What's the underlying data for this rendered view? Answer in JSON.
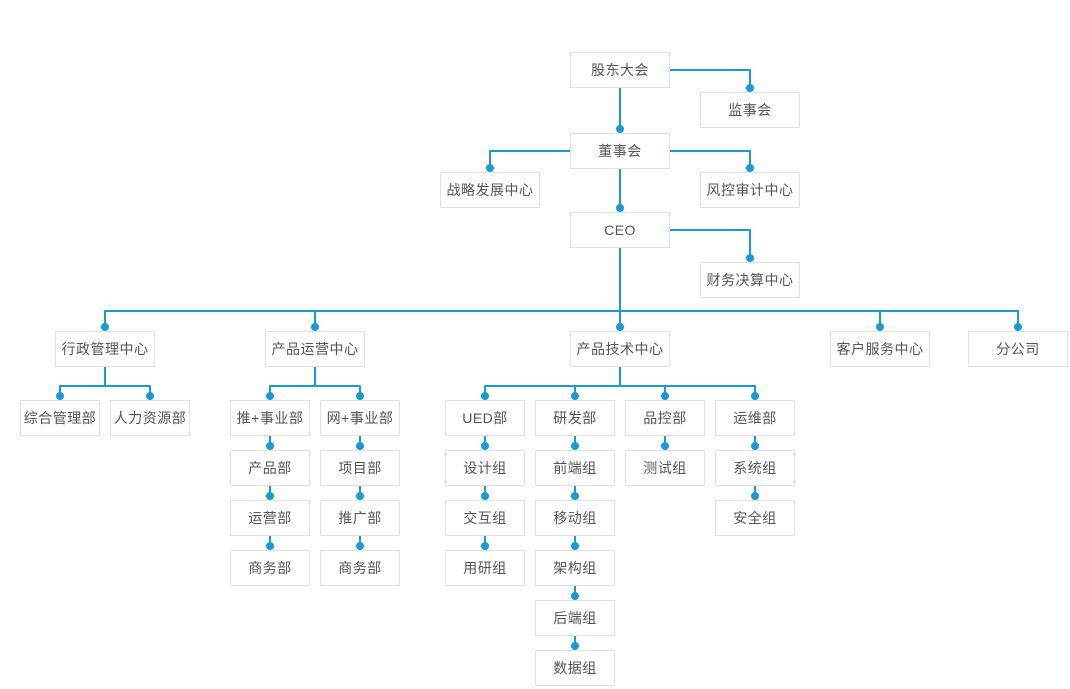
{
  "chart_title": "org-structure-chart",
  "colors": {
    "connector": "#1a9ad5",
    "junction_dot": "#1a9ad5",
    "node_border": "#e2e2e2",
    "node_background": "#ffffff",
    "node_text": "#555555",
    "page_background": "#ffffff"
  },
  "nodes": {
    "shareholders_meeting": {
      "label": "股东大会"
    },
    "supervisory_board": {
      "label": "监事会"
    },
    "board_of_directors": {
      "label": "董事会"
    },
    "strategy_dev_center": {
      "label": "战略发展中心"
    },
    "risk_audit_center": {
      "label": "风控审计中心"
    },
    "ceo": {
      "label": "CEO"
    },
    "finance_center": {
      "label": "财务决算中心"
    },
    "admin_mgmt_center": {
      "label": "行政管理中心"
    },
    "product_ops_center": {
      "label": "产品运营中心"
    },
    "product_tech_center": {
      "label": "产品技术中心"
    },
    "customer_service_center": {
      "label": "客户服务中心"
    },
    "branch_company": {
      "label": "分公司"
    },
    "general_mgmt_dept": {
      "label": "综合管理部"
    },
    "hr_dept": {
      "label": "人力资源部"
    },
    "tui_business_unit": {
      "label": "推+事业部"
    },
    "wang_business_unit": {
      "label": "网+事业部"
    },
    "ued_dept": {
      "label": "UED部"
    },
    "rd_dept": {
      "label": "研发部"
    },
    "qc_dept": {
      "label": "品控部"
    },
    "ops_maint_dept": {
      "label": "运维部"
    },
    "product_dept": {
      "label": "产品部"
    },
    "project_dept": {
      "label": "项目部"
    },
    "design_team": {
      "label": "设计组"
    },
    "frontend_team": {
      "label": "前端组"
    },
    "testing_team": {
      "label": "测试组"
    },
    "system_team": {
      "label": "系统组"
    },
    "operation_dept": {
      "label": "运营部"
    },
    "promotion_dept": {
      "label": "推广部"
    },
    "interaction_team": {
      "label": "交互组"
    },
    "mobile_team": {
      "label": "移动组"
    },
    "security_team": {
      "label": "安全组"
    },
    "business_dept_tui": {
      "label": "商务部"
    },
    "business_dept_wang": {
      "label": "商务部"
    },
    "user_research_team": {
      "label": "用研组"
    },
    "architecture_team": {
      "label": "架构组"
    },
    "backend_team": {
      "label": "后端组"
    },
    "data_team": {
      "label": "数据组"
    }
  },
  "connections": [
    [
      "shareholders_meeting",
      "supervisory_board"
    ],
    [
      "shareholders_meeting",
      "board_of_directors"
    ],
    [
      "board_of_directors",
      "strategy_dev_center"
    ],
    [
      "board_of_directors",
      "risk_audit_center"
    ],
    [
      "board_of_directors",
      "ceo"
    ],
    [
      "ceo",
      "finance_center"
    ],
    [
      "ceo",
      "admin_mgmt_center"
    ],
    [
      "ceo",
      "product_ops_center"
    ],
    [
      "ceo",
      "product_tech_center"
    ],
    [
      "ceo",
      "customer_service_center"
    ],
    [
      "ceo",
      "branch_company"
    ],
    [
      "admin_mgmt_center",
      "general_mgmt_dept"
    ],
    [
      "admin_mgmt_center",
      "hr_dept"
    ],
    [
      "product_ops_center",
      "tui_business_unit"
    ],
    [
      "product_ops_center",
      "wang_business_unit"
    ],
    [
      "tui_business_unit",
      "product_dept"
    ],
    [
      "product_dept",
      "operation_dept"
    ],
    [
      "operation_dept",
      "business_dept_tui"
    ],
    [
      "wang_business_unit",
      "project_dept"
    ],
    [
      "project_dept",
      "promotion_dept"
    ],
    [
      "promotion_dept",
      "business_dept_wang"
    ],
    [
      "product_tech_center",
      "ued_dept"
    ],
    [
      "product_tech_center",
      "rd_dept"
    ],
    [
      "product_tech_center",
      "qc_dept"
    ],
    [
      "product_tech_center",
      "ops_maint_dept"
    ],
    [
      "ued_dept",
      "design_team"
    ],
    [
      "design_team",
      "interaction_team"
    ],
    [
      "interaction_team",
      "user_research_team"
    ],
    [
      "rd_dept",
      "frontend_team"
    ],
    [
      "frontend_team",
      "mobile_team"
    ],
    [
      "mobile_team",
      "architecture_team"
    ],
    [
      "architecture_team",
      "backend_team"
    ],
    [
      "backend_team",
      "data_team"
    ],
    [
      "qc_dept",
      "testing_team"
    ],
    [
      "ops_maint_dept",
      "system_team"
    ],
    [
      "system_team",
      "security_team"
    ]
  ]
}
